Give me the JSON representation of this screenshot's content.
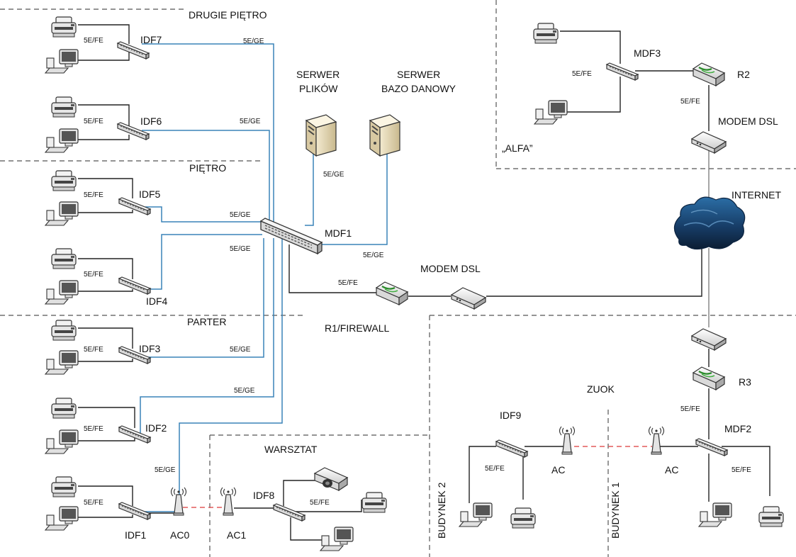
{
  "zones": {
    "drugie_pietro": "DRUGIE PIĘTRO",
    "pietro": "PIĘTRO",
    "parter": "PARTER",
    "warsztat": "WARSZTAT",
    "alfa": "„ALFA”",
    "zuok": "ZUOK",
    "budynek_1": "BUDYNEK 1",
    "budynek_2": "BUDYNEK 2"
  },
  "devices": {
    "idf1": "IDF1",
    "idf2": "IDF2",
    "idf3": "IDF3",
    "idf4": "IDF4",
    "idf5": "IDF5",
    "idf6": "IDF6",
    "idf7": "IDF7",
    "idf8": "IDF8",
    "idf9": "IDF9",
    "mdf1": "MDF1",
    "mdf2": "MDF2",
    "mdf3": "MDF3",
    "r1": "R1/FIREWALL",
    "r2": "R2",
    "r3": "R3",
    "modem1": "MODEM DSL",
    "modem2": "MODEM DSL",
    "internet": "INTERNET",
    "serwer_plikow_1": "SERWER",
    "serwer_plikow_2": "PLIKÓW",
    "serwer_bazo_1": "SERWER",
    "serwer_bazo_2": "BAZO DANOWY",
    "ac0": "AC0",
    "ac1": "AC1",
    "ac_zuok_left": "AC",
    "ac_zuok_right": "AC"
  },
  "cable_labels": {
    "fe": "5E/FE",
    "ge": "5E/GE"
  },
  "colors": {
    "copper_link": "#222222",
    "backbone_link": "#3a83b8",
    "wireless_link": "#e25a5a",
    "zone_border": "#555555"
  }
}
